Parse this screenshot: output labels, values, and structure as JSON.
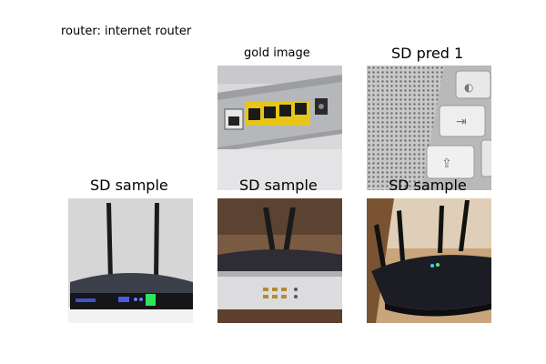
{
  "figure": {
    "title": "router: internet router",
    "panels": [
      {
        "label": "gold image",
        "icon": "ethernet-ports-image"
      },
      {
        "label": "SD pred 1",
        "icon": "keyboard-closeup-image"
      },
      {
        "label": "SD sample",
        "icon": "router-black-image"
      },
      {
        "label": "SD sample",
        "icon": "router-silver-image"
      },
      {
        "label": "SD sample",
        "icon": "router-dark-image"
      }
    ]
  }
}
